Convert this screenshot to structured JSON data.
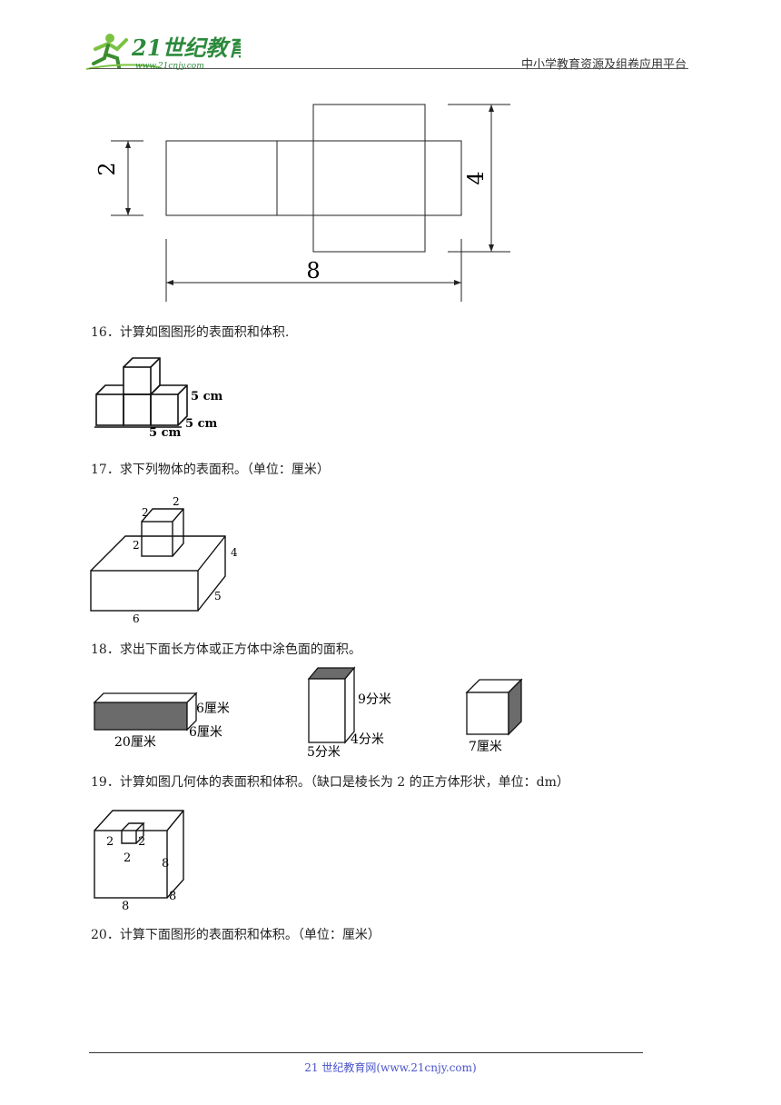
{
  "header": {
    "logo_text": "21世纪教育",
    "logo_url": "www.21cnjy.com",
    "right_text": "中小学教育资源及组卷应用平台"
  },
  "figure15": {
    "label_height": "2",
    "label_right": "4",
    "label_bottom": "8"
  },
  "questions": {
    "q16": "16．计算如图图形的表面积和体积.",
    "q17": "17．求下列物体的表面积。（单位：厘米）",
    "q18": "18．求出下面长方体或正方体中涂色面的面积。",
    "q19": "19．计算如图几何体的表面积和体积。（缺口是棱长为 2 的正方体形状，单位：dm）",
    "q20": "20．计算下面图形的表面积和体积。（单位：厘米）"
  },
  "figure16": {
    "label_h": "5 cm",
    "label_d": "5 cm",
    "label_w": "5 cm"
  },
  "figure17": {
    "small_top": "2",
    "small_left_top": "2",
    "small_left": "2",
    "big_h": "4",
    "big_d": "5",
    "big_w": "6"
  },
  "figure18": {
    "a_h": "6厘米",
    "a_d": "6厘米",
    "a_w": "20厘米",
    "b_h": "9分米",
    "b_d": "4分米",
    "b_w": "5分米",
    "c_w": "7厘米"
  },
  "figure19": {
    "notch_l": "2",
    "notch_r": "2",
    "notch_b": "2",
    "edge_h": "8",
    "edge_w": "8",
    "edge_d": "8"
  },
  "footer": {
    "text": "21 世纪教育网(www.21cnjy.com)"
  }
}
